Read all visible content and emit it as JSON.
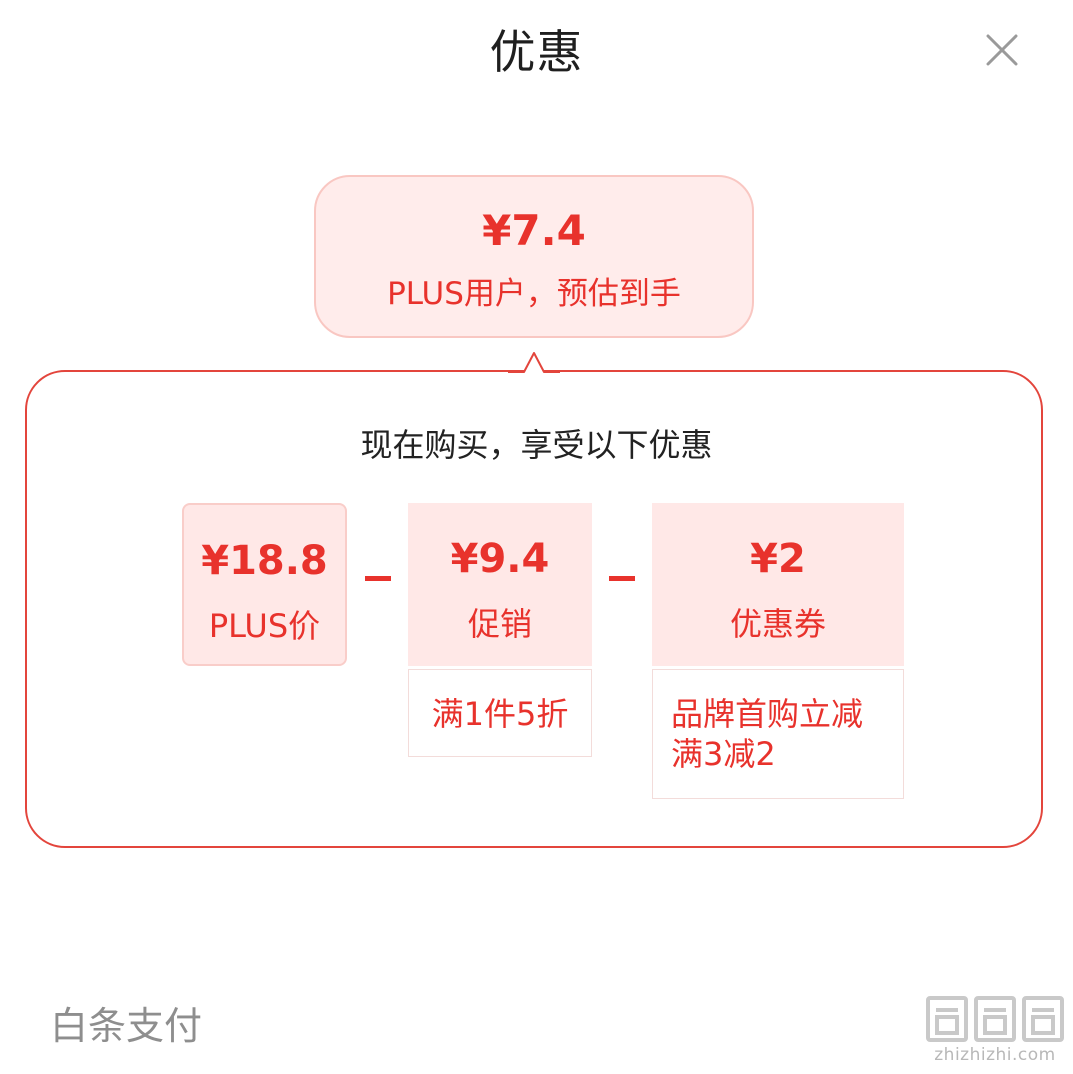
{
  "header": {
    "title": "优惠"
  },
  "summary": {
    "price": "¥7.4",
    "label": "PLUS用户，预估到手"
  },
  "panel": {
    "heading": "现在购买，享受以下优惠",
    "items": [
      {
        "amount": "¥18.8",
        "caption": "PLUS价"
      },
      {
        "amount": "¥9.4",
        "caption": "促销",
        "notes": [
          "满1件5折"
        ]
      },
      {
        "amount": "¥2",
        "caption": "优惠券",
        "notes": [
          "品牌首购立减",
          "满3减2"
        ]
      }
    ]
  },
  "footer": {
    "label": "白条支付"
  },
  "watermark": {
    "site": "zhizhizhi.com"
  },
  "colors": {
    "accent": "#e8322c",
    "box_background": "#ffe8e7",
    "panel_border": "#e3453c"
  },
  "icons": {
    "close": "close-icon",
    "operators": "minus-icon"
  }
}
